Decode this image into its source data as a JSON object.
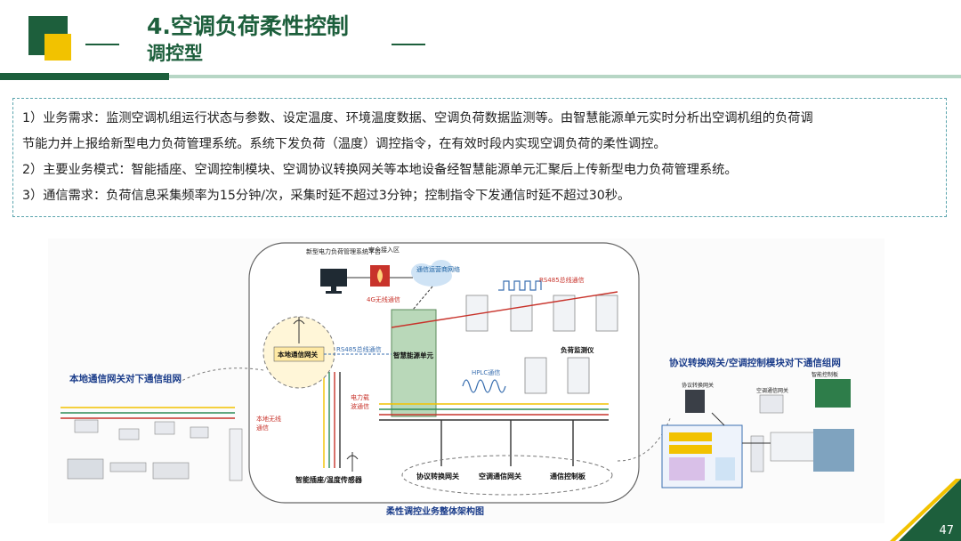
{
  "header": {
    "title": "4.空调负荷柔性控制",
    "subtitle": "调控型",
    "colors": {
      "brand_green": "#1d5f3c",
      "accent_yellow": "#f2c200"
    }
  },
  "description": {
    "lines": [
      "1）业务需求：监测空调机组运行状态与参数、设定温度、环境温度数据、空调负荷数据监测等。由智慧能源单元实时分析出空调机组的负荷调",
      "节能力并上报给新型电力负荷管理系统。系统下发负荷（温度）调控指令，在有效时段内实现空调负荷的柔性调控。",
      "2）主要业务模式：智能插座、空调控制模块、空调协议转换网关等本地设备经智慧能源单元汇聚后上传新型电力负荷管理系统。",
      "3）通信需求：负荷信息采集频率为15分钟/次，采集时延不超过3分钟；控制指令下发通信时延不超过30秒。"
    ]
  },
  "diagram": {
    "top_system": "新型电力负荷管理系统平台",
    "security_zone": "安全接入区",
    "cloud_network": "通信运营商网络",
    "rs485_label_top": "RS485总线通信",
    "remote_comm_label": "4G无线通信",
    "hub": "智慧能源单元",
    "local_gateway": "本地通信网关",
    "rs485_label_left": "RS485总线通信",
    "load_monitor": "负荷监测仪",
    "hplc_label": "HPLC通信",
    "plc_label": "电力载波通信",
    "wireless_label": "本地无线通信",
    "left_section_title": "本地通信网关对下通信组网",
    "right_section_title": "协议转换网关/空调控制模块对下通信组网",
    "bottom_left_device": "智能插座/温度传感器",
    "bottom_devices": [
      "协议转换网关",
      "空调通信网关",
      "通信控制板"
    ],
    "caption": "柔性调控业务整体架构图",
    "right_labels": [
      "协议转换网关",
      "空调通信网关",
      "智能控制板"
    ]
  },
  "footer": {
    "page_number": "47"
  }
}
